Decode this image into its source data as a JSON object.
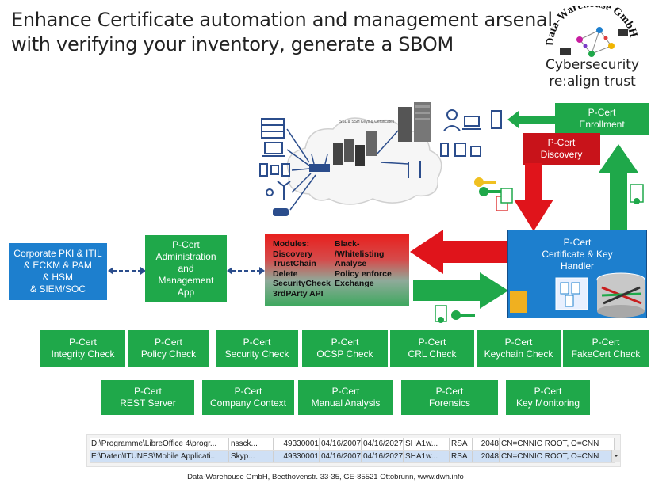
{
  "title": {
    "line1": "Enhance Certificate automation and management arsenal",
    "line2": "with verifying your inventory, generate a SBOM"
  },
  "logo": {
    "text": "Data-Warehouse GmbH",
    "tagline1": "Cybersecurity",
    "tagline2": "re:align trust"
  },
  "cloud_label": "SSL & SSH Keys & Certificates",
  "enrollment": {
    "l1": "P-Cert",
    "l2": "Enrollment"
  },
  "discovery": {
    "l1": "P-Cert",
    "l2": "Discovery"
  },
  "corporate": {
    "l1": "Corporate PKI & ITIL",
    "l2": "& ECKM & PAM",
    "l3": "& HSM",
    "l4": "& SIEM/SOC"
  },
  "admin": {
    "l1": "P-Cert",
    "l2": "Administration",
    "l3": "and",
    "l4": "Management",
    "l5": "App"
  },
  "modules": {
    "left": [
      "Modules:",
      "Discovery",
      "TrustChain",
      "Delete",
      "SecurityCheck",
      "3rdPArty API"
    ],
    "right": [
      "Black-",
      "/Whitelisting",
      "Analyse",
      "Policy enforce",
      "Exchange"
    ]
  },
  "handler": {
    "l1": "P-Cert",
    "l2": "Certificate & Key",
    "l3": "Handler"
  },
  "row1": [
    {
      "l1": "P-Cert",
      "l2": "Integrity Check"
    },
    {
      "l1": "P-Cert",
      "l2": "Policy Check"
    },
    {
      "l1": "P-Cert",
      "l2": "Security Check"
    },
    {
      "l1": "P-Cert",
      "l2": "OCSP Check"
    },
    {
      "l1": "P-Cert",
      "l2": "CRL Check"
    },
    {
      "l1": "P-Cert",
      "l2": "Keychain Check"
    },
    {
      "l1": "P-Cert",
      "l2": "FakeCert Check"
    }
  ],
  "row2": [
    {
      "l1": "P-Cert",
      "l2": "REST Server"
    },
    {
      "l1": "P-Cert",
      "l2": "Company Context"
    },
    {
      "l1": "P-Cert",
      "l2": "Manual Analysis"
    },
    {
      "l1": "P-Cert",
      "l2": "Forensics"
    },
    {
      "l1": "P-Cert",
      "l2": "Key Monitoring"
    }
  ],
  "table": [
    [
      "D:\\Programme\\LibreOffice 4\\progr...",
      "nssck...",
      "49330001",
      "04/16/2007",
      "04/16/2027",
      "SHA1w...",
      "RSA",
      "2048",
      "CN=CNNIC ROOT, O=CNN"
    ],
    [
      "E:\\Daten\\ITUNES\\Mobile Applicati...",
      "Skyp...",
      "49330001",
      "04/16/2007",
      "04/16/2027",
      "SHA1w...",
      "RSA",
      "2048",
      "CN=CNNIC ROOT, O=CNN"
    ]
  ],
  "footer": "Data-Warehouse GmbH, Beethovenstr. 33-35, GE-85521 Ottobrunn, www.dwh.info",
  "colors": {
    "green": "#1fa84a",
    "red": "#c8131a",
    "blue": "#1d7fce",
    "navy": "#2b4d8c"
  }
}
